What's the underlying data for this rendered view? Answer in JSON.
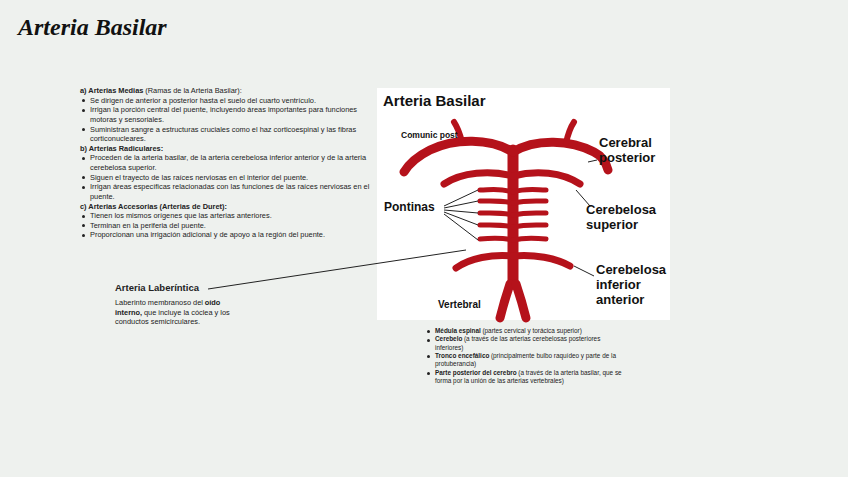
{
  "diagram": {
    "title": "Arteria Basilar",
    "nodes": [
      {
        "text": [
          "Arteria Basilar"
        ]
      }
    ],
    "labels": [
      "a) Arterias Medias",
      "(Ramas de la Arteria Basilar):",
      "Se dirigen de anterior a posterior hasta el suelo del cuarto ventrículo.",
      "Irrigan la porción central del puente, incluyendo áreas importantes para funciones motoras y sensoriales.",
      "Suministran sangre a estructuras cruciales como el haz corticoespinal y las fibras corticonucleares.",
      "b) Arterias Radiculares:",
      "Proceden de la arteria basilar, de la arteria cerebelosa inferior anterior y de la arteria cerebelosa superior.",
      "Siguen el trayecto de las raíces nerviosas en el interior del puente.",
      "Irrigan áreas específicas relacionadas con las funciones de las raíces nerviosas en el puente.",
      "c) Arterias Accesorias (Arterias de Duret):",
      "Tienen los mismos orígenes que las arterias anteriores.",
      "Terminan en la periferia del puente.",
      "Proporcionan una irrigación adicional y de apoyo a la región del puente.",
      "Arteria Laberíntica",
      "Laberinto membranoso del",
      "oído interno,",
      "que incluye la cóclea y los conductos semicirculares.",
      "Comunic post",
      "Cerebral posterior",
      "Pontinas",
      "Cerebelosa superior",
      "Cerebelosa inferior anterior",
      "Vertebral",
      "Médula espinal",
      "(partes cervical y torácica superior)",
      "Cerebelo",
      "(a través de las arterias cerebelosas posteriores inferiores)",
      "Tronco encefálico",
      "(principalmente bulbo raquídeo y parte de la protuberancia)",
      "Parte posterior del cerebro",
      "(a través de la arteria basilar, que se forma por la unión de las arterias vertebrales)"
    ]
  }
}
